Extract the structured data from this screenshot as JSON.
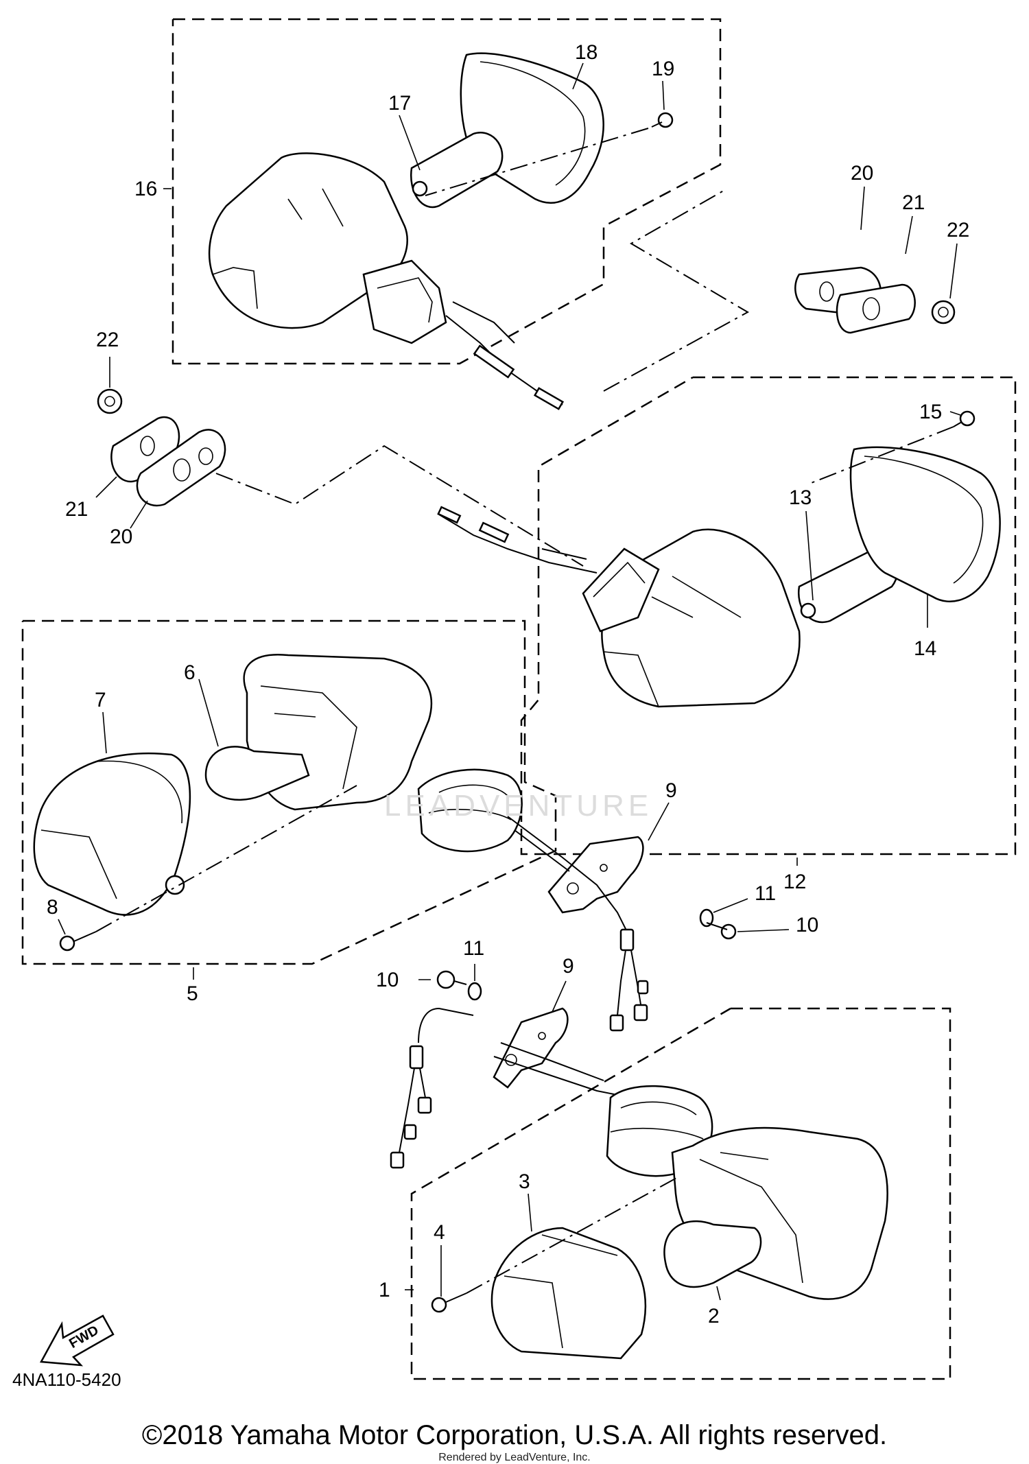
{
  "callouts": {
    "c1": "1",
    "c2": "2",
    "c3": "3",
    "c4": "4",
    "c5": "5",
    "c6": "6",
    "c7": "7",
    "c8": "8",
    "c9a": "9",
    "c9b": "9",
    "c10a": "10",
    "c10b": "10",
    "c11a": "11",
    "c11b": "11",
    "c12": "12",
    "c13": "13",
    "c14": "14",
    "c15": "15",
    "c16": "16",
    "c17": "17",
    "c18": "18",
    "c19": "19",
    "c20a": "20",
    "c20b": "20",
    "c21a": "21",
    "c21b": "21",
    "c22a": "22",
    "c22b": "22"
  },
  "fwd_label": "FWD",
  "drawing_number": "4NA110-5420",
  "watermark": "LEADVENTURE",
  "copyright": "©2018 Yamaha Motor Corporation, U.S.A. All rights reserved.",
  "rendered_by": "Rendered by LeadVenture, Inc."
}
